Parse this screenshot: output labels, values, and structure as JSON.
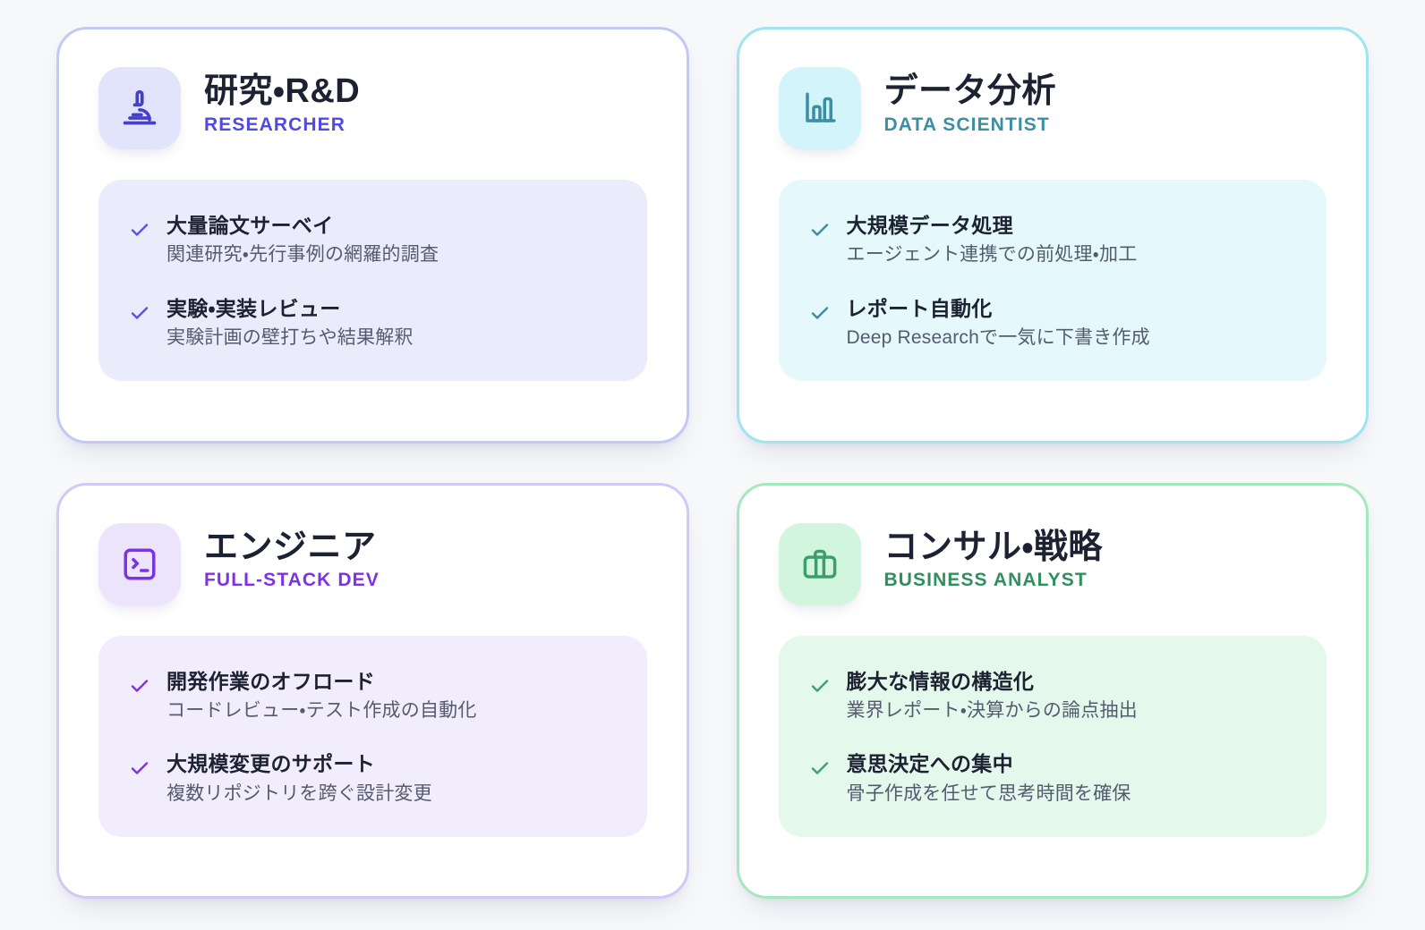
{
  "page": {
    "background_color": "#f7f8fa",
    "layout": "2x2-card-grid"
  },
  "cards": [
    {
      "theme": "indigo",
      "accent_color": "#4f4ae0",
      "border_color": "#c3c9f6",
      "tile_color": "#e2e4fc",
      "feature_box_color": "#eaecfb",
      "icon": "microscope-icon",
      "title": "研究・R&D",
      "subtitle": "RESEARCHER",
      "features": [
        {
          "title": "大量論文サーベイ",
          "desc": "関連研究・先行事例の網羅的調査"
        },
        {
          "title": "実験・実装レビュー",
          "desc": "実験計画の壁打ちや結果解釈"
        }
      ]
    },
    {
      "theme": "cyan",
      "accent_color": "#3d8ea4",
      "border_color": "#9fe4ef",
      "tile_color": "#d3f4fa",
      "feature_box_color": "#e5f8fb",
      "icon": "bar-chart-icon",
      "title": "データ分析",
      "subtitle": "DATA SCIENTIST",
      "features": [
        {
          "title": "大規模データ処理",
          "desc": "エージェント連携での前処理・加工"
        },
        {
          "title": "レポート自動化",
          "desc": "Deep Researchで一気に下書き作成"
        }
      ]
    },
    {
      "theme": "purple",
      "accent_color": "#7c34e0",
      "border_color": "#d3c9f6",
      "tile_color": "#ece4fb",
      "feature_box_color": "#f2edfc",
      "icon": "terminal-icon",
      "title": "エンジニア",
      "subtitle": "FULL-STACK DEV",
      "features": [
        {
          "title": "開発作業のオフロード",
          "desc": "コードレビュー・テスト作成の自動化"
        },
        {
          "title": "大規模変更のサポート",
          "desc": "複数リポジトリを跨ぐ設計変更"
        }
      ]
    },
    {
      "theme": "green",
      "accent_color": "#2f8f5f",
      "border_color": "#a6e8bd",
      "tile_color": "#d2f5de",
      "feature_box_color": "#e4f8ec",
      "icon": "briefcase-icon",
      "title": "コンサル・戦略",
      "subtitle": "BUSINESS ANALYST",
      "features": [
        {
          "title": "膨大な情報の構造化",
          "desc": "業界レポート・決算からの論点抽出"
        },
        {
          "title": "意思決定への集中",
          "desc": "骨子作成を任せて思考時間を確保"
        }
      ]
    }
  ]
}
